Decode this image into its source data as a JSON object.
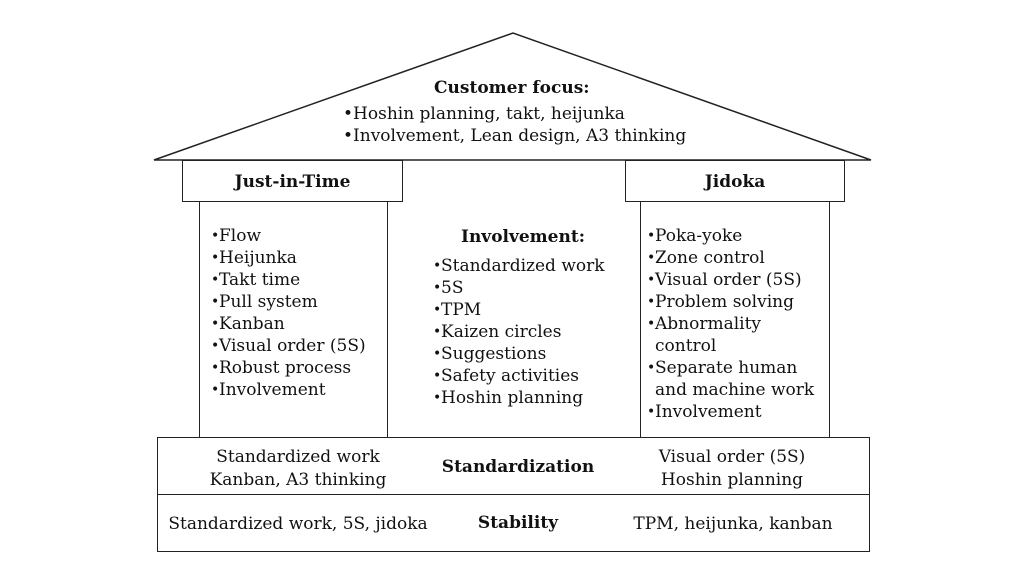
{
  "roof": {
    "title": "Customer focus:",
    "items": [
      "Hoshin planning, takt, heijunka",
      "Involvement, Lean design, A3 thinking"
    ]
  },
  "left_pillar": {
    "title": "Just-in-Time",
    "items": [
      "Flow",
      "Heijunka",
      "Takt time",
      "Pull system",
      "Kanban",
      "Visual order (5S)",
      "Robust process",
      "Involvement"
    ]
  },
  "center": {
    "title": "Involvement:",
    "items": [
      "Standardized work",
      "5S",
      "TPM",
      "Kaizen circles",
      "Suggestions",
      "Safety activities",
      "Hoshin planning"
    ]
  },
  "right_pillar": {
    "title": "Jidoka",
    "items": [
      "Poka-yoke",
      "Zone control",
      "Visual order (5S)",
      "Problem solving",
      "Abnormality control",
      "Separate human and machine work",
      "Involvement"
    ]
  },
  "standardization": {
    "label": "Standardization",
    "left": [
      "Standardized work",
      "Kanban, A3 thinking"
    ],
    "right": [
      "Visual order (5S)",
      "Hoshin planning"
    ]
  },
  "stability": {
    "label": "Stability",
    "left": "Standardized work, 5S, jidoka",
    "right": "TPM, heijunka, kanban"
  }
}
